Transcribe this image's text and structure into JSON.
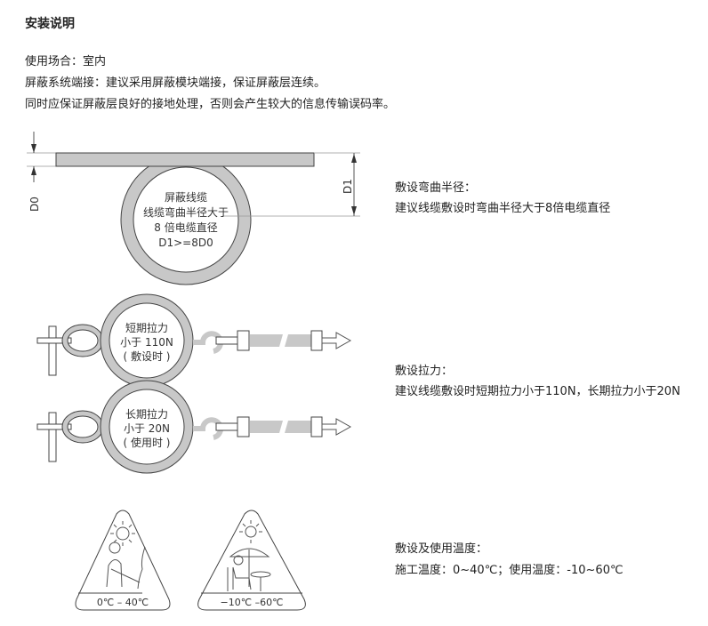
{
  "title": "安装说明",
  "intro": [
    "使用场合：室内",
    "屏蔽系统端接：建议采用屏蔽模块端接，保证屏蔽层连续。",
    "同时应保证屏蔽层良好的接地处理，否则会产生较大的信息传输误码率。"
  ],
  "bend": {
    "label_d0": "D0",
    "label_d1": "D1",
    "circle_lines": [
      "屏蔽线缆",
      "线缆弯曲半径大于",
      "8 倍电缆直径",
      "D1>=8D0"
    ],
    "heading": "敷设弯曲半径：",
    "desc": "建议线缆敷设时弯曲半径大于8倍电缆直径"
  },
  "tension": {
    "short_lines": [
      "短期拉力",
      "小于 110N",
      "( 敷设时 )"
    ],
    "long_lines": [
      "长期拉力",
      "小于 20N",
      "( 使用时 )"
    ],
    "heading": "敷设拉力：",
    "desc": "建议线缆敷设时短期拉力小于110N，长期拉力小于20N"
  },
  "temperature": {
    "install_range": "0℃ – 40℃",
    "use_range": "−10℃ –60℃",
    "heading": "敷设及使用温度：",
    "desc": "施工温度：0~40℃；使用温度：-10~60℃"
  }
}
